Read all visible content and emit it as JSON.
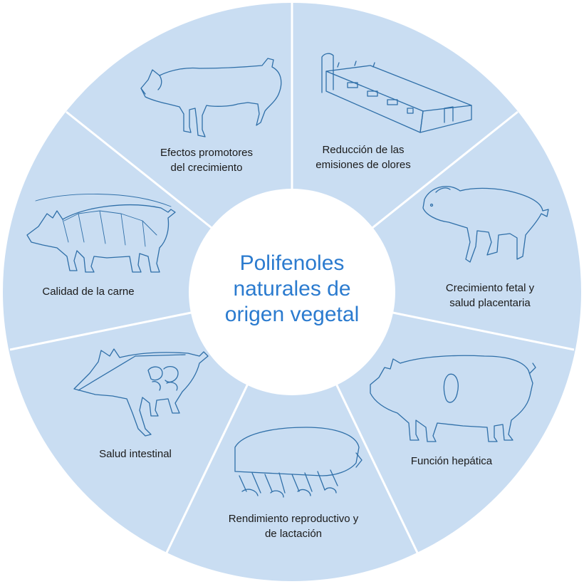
{
  "center": {
    "line1": "Polifenoles",
    "line2": "naturales de",
    "line3": "origen vegetal"
  },
  "segments": [
    {
      "id": "growth",
      "line1": "Efectos promotores",
      "line2": "del crecimiento",
      "icon": "pig-icon"
    },
    {
      "id": "odor",
      "line1": "Reducción de las",
      "line2": "emisiones de olores",
      "icon": "barn-icon"
    },
    {
      "id": "fetal",
      "line1": "Crecimiento fetal y",
      "line2": "salud placentaria",
      "icon": "piglet-fetus-icon"
    },
    {
      "id": "liver",
      "line1": "Función hepática",
      "line2": "",
      "icon": "pig-liver-icon"
    },
    {
      "id": "repro",
      "line1": "Rendimiento reproductivo y",
      "line2": "de lactación",
      "icon": "sow-nursing-icon"
    },
    {
      "id": "gut",
      "line1": "Salud intestinal",
      "line2": "",
      "icon": "pig-intestine-icon"
    },
    {
      "id": "meat",
      "line1": "Calidad de la carne",
      "line2": "",
      "icon": "pig-muscle-icon"
    }
  ],
  "colors": {
    "segment_fill": "#c9ddf2",
    "divider": "#ffffff",
    "center_fill": "#ffffff",
    "title": "#2b7bcf",
    "illustration": "#2f6fa8"
  }
}
